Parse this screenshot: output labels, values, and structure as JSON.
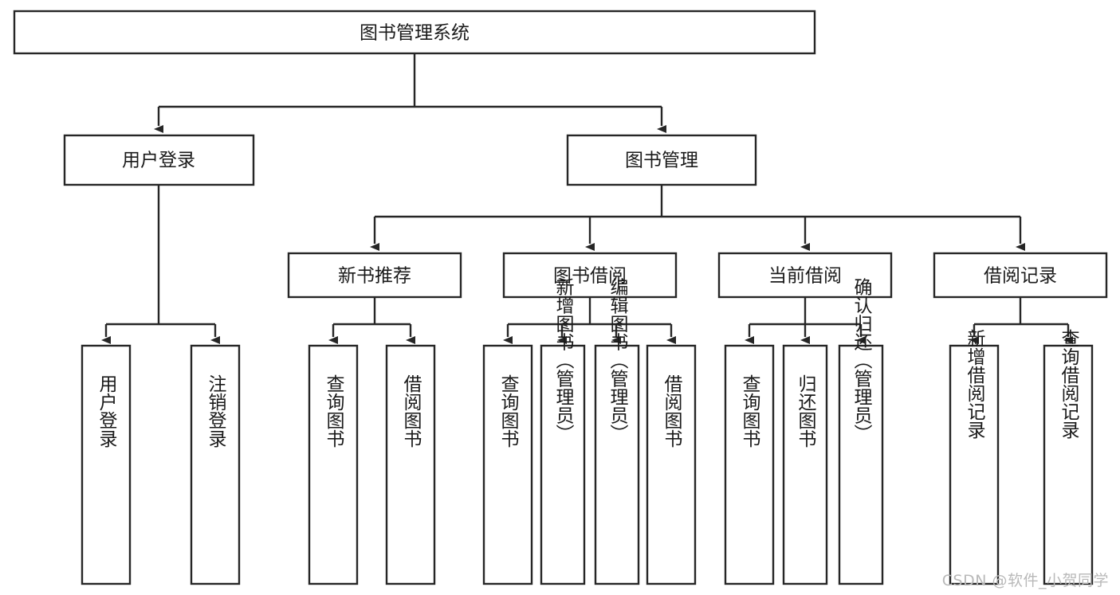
{
  "diagram": {
    "type": "tree-hierarchy-chart",
    "title": "图书管理系统",
    "watermark": "CSDN @软件_小贺同学",
    "colors": {
      "stroke": "#262626",
      "fill": "#ffffff",
      "text": "#1a1a1a",
      "watermark": "#b9b9b9",
      "background": "#ffffff"
    },
    "levels": [
      {
        "level": 1,
        "nodes": [
          {
            "id": "root",
            "label": "图书管理系统",
            "orientation": "horizontal"
          }
        ]
      },
      {
        "level": 2,
        "nodes": [
          {
            "id": "user-login",
            "label": "用户登录",
            "orientation": "horizontal",
            "parent": "root"
          },
          {
            "id": "book-manage",
            "label": "图书管理",
            "orientation": "horizontal",
            "parent": "root"
          }
        ]
      },
      {
        "level": 3,
        "nodes": [
          {
            "id": "new-book-rec",
            "label": "新书推荐",
            "orientation": "horizontal",
            "parent": "book-manage"
          },
          {
            "id": "book-borrow",
            "label": "图书借阅",
            "orientation": "horizontal",
            "parent": "book-manage"
          },
          {
            "id": "current-borrow",
            "label": "当前借阅",
            "orientation": "horizontal",
            "parent": "book-manage"
          },
          {
            "id": "borrow-record",
            "label": "借阅记录",
            "orientation": "horizontal",
            "parent": "book-manage"
          }
        ]
      },
      {
        "level": 4,
        "nodes": [
          {
            "id": "leaf-user-login",
            "label": "用户登录",
            "orientation": "vertical",
            "parent": "user-login"
          },
          {
            "id": "leaf-logout",
            "label": "注销登录",
            "orientation": "vertical",
            "parent": "user-login"
          },
          {
            "id": "leaf-query-book-1",
            "label": "查询图书",
            "orientation": "vertical",
            "parent": "new-book-rec"
          },
          {
            "id": "leaf-borrow-book-1",
            "label": "借阅图书",
            "orientation": "vertical",
            "parent": "new-book-rec"
          },
          {
            "id": "leaf-query-book-2",
            "label": "查询图书",
            "orientation": "vertical",
            "parent": "book-borrow"
          },
          {
            "id": "leaf-add-book",
            "label": "新增图书（管理员）",
            "orientation": "vertical",
            "parent": "book-borrow"
          },
          {
            "id": "leaf-edit-book",
            "label": "编辑图书（管理员）",
            "orientation": "vertical",
            "parent": "book-borrow"
          },
          {
            "id": "leaf-borrow-book-2",
            "label": "借阅图书",
            "orientation": "vertical",
            "parent": "book-borrow"
          },
          {
            "id": "leaf-query-book-3",
            "label": "查询图书",
            "orientation": "vertical",
            "parent": "current-borrow"
          },
          {
            "id": "leaf-return-book",
            "label": "归还图书",
            "orientation": "vertical",
            "parent": "current-borrow"
          },
          {
            "id": "leaf-confirm-return",
            "label": "确认归还（管理员）",
            "orientation": "vertical",
            "parent": "current-borrow"
          },
          {
            "id": "leaf-add-record",
            "label": "新增借阅记录",
            "orientation": "vertical",
            "parent": "borrow-record"
          },
          {
            "id": "leaf-query-record",
            "label": "查询借阅记录",
            "orientation": "vertical",
            "parent": "borrow-record"
          }
        ]
      }
    ]
  }
}
